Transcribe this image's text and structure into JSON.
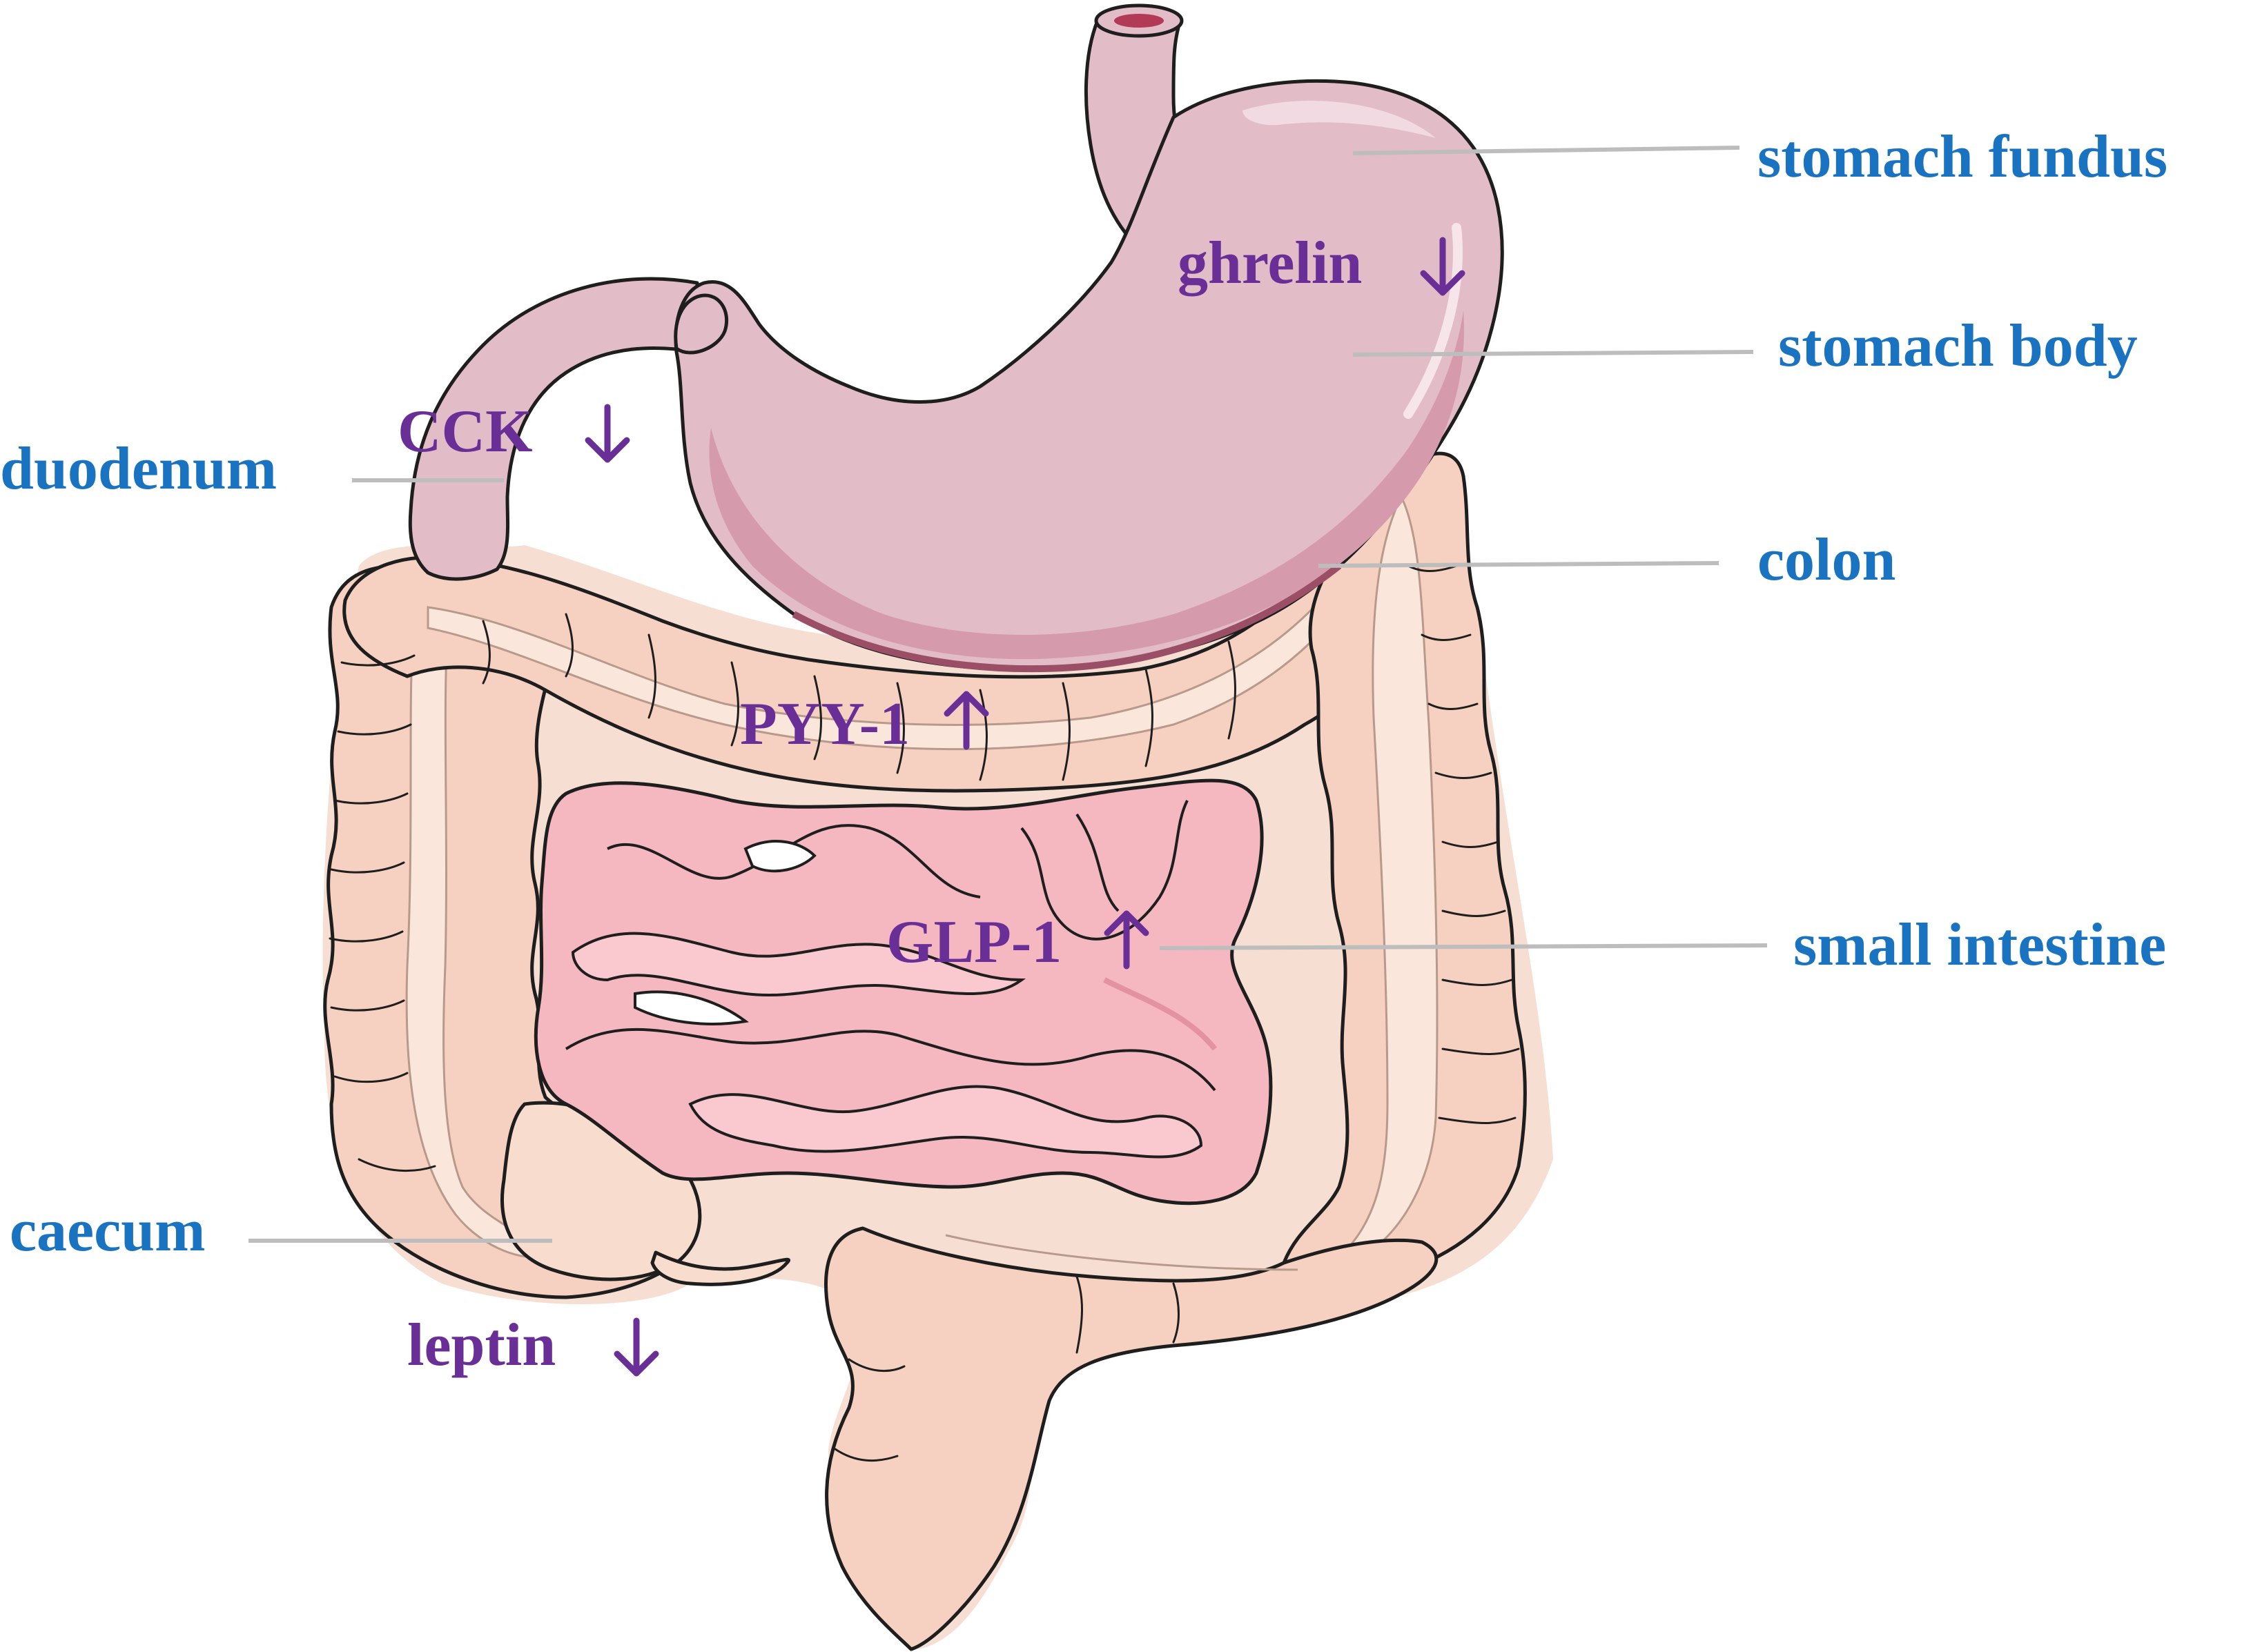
{
  "diagram": {
    "organs": [
      {
        "id": "stomach-fundus",
        "label": "stomach fundus"
      },
      {
        "id": "stomach-body",
        "label": "stomach body"
      },
      {
        "id": "duodenum",
        "label": "duodenum"
      },
      {
        "id": "colon",
        "label": "colon"
      },
      {
        "id": "small-intestine",
        "label": "small intestine"
      },
      {
        "id": "caecum",
        "label": "caecum"
      }
    ],
    "hormones": [
      {
        "id": "ghrelin",
        "label": "ghrelin",
        "direction": "down"
      },
      {
        "id": "cck",
        "label": "CCK",
        "direction": "down"
      },
      {
        "id": "pyy",
        "label": "PYY-1",
        "direction": "up"
      },
      {
        "id": "glp",
        "label": "GLP-1",
        "direction": "up"
      },
      {
        "id": "leptin",
        "label": "leptin",
        "direction": "down"
      }
    ]
  },
  "colors": {
    "organ_label": "#1a73c1",
    "hormone_label": "#6a2f97",
    "leader_line": "#bdbdbd",
    "stomach_fill": "#e2bcc6",
    "stomach_shade": "#d59aab",
    "colon_fill": "#f6d0c0",
    "colon_light": "#fbe6dc",
    "small_intestine_fill": "#f5b8c0",
    "outline": "#1e1e1e"
  }
}
